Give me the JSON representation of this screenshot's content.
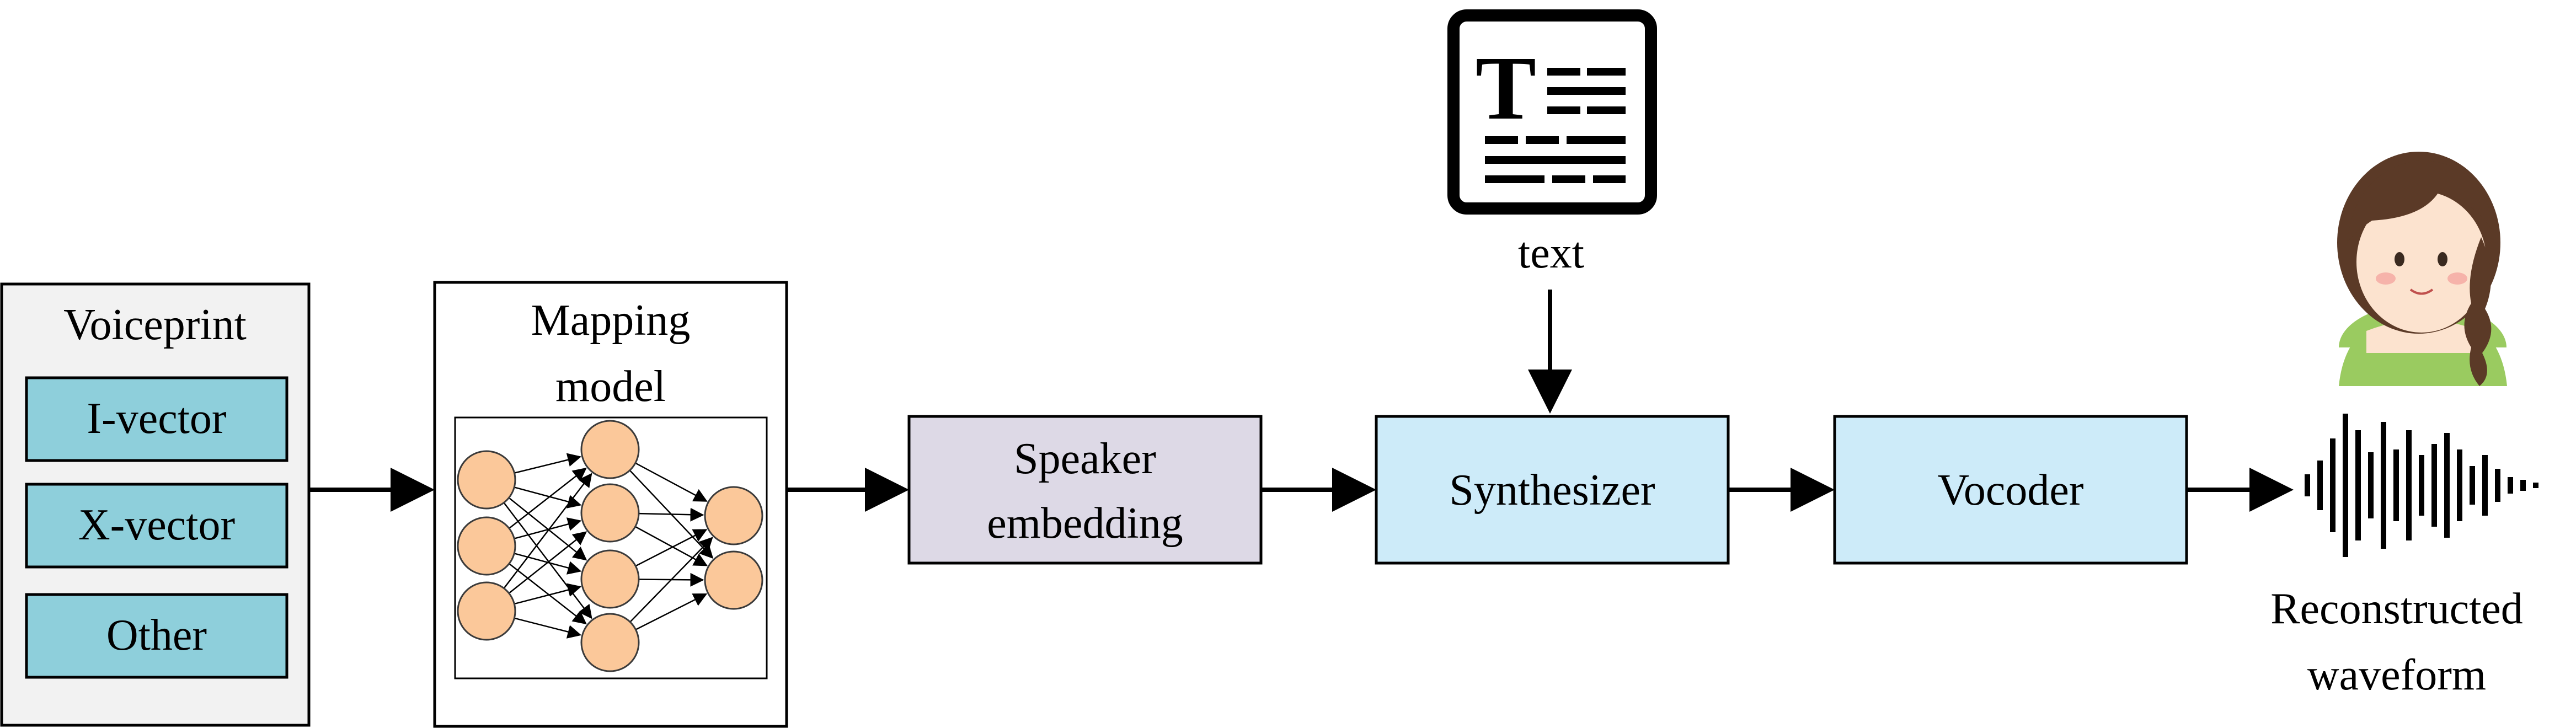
{
  "voiceprint": {
    "title": "Voiceprint",
    "items": [
      "I-vector",
      "X-vector",
      "Other"
    ]
  },
  "mapping_model": {
    "title_line1": "Mapping",
    "title_line2": "model",
    "layers": [
      3,
      4,
      2
    ]
  },
  "speaker_embedding": {
    "line1": "Speaker",
    "line2": "embedding"
  },
  "text_input": {
    "label": "text",
    "icon_glyph": "T"
  },
  "synthesizer": {
    "label": "Synthesizer"
  },
  "vocoder": {
    "label": "Vocoder"
  },
  "output": {
    "line1": "Reconstructed",
    "line2": "waveform"
  },
  "colors": {
    "voiceprint_bg": "#F2F2F2",
    "vector_item": "#8ECFDB",
    "embedding": "#DDD9E6",
    "module": "#CDEBF9",
    "neuron": "#FBC89A",
    "skin": "#FCE3CF",
    "hair": "#5B3A27",
    "shirt": "#9ACB60"
  }
}
